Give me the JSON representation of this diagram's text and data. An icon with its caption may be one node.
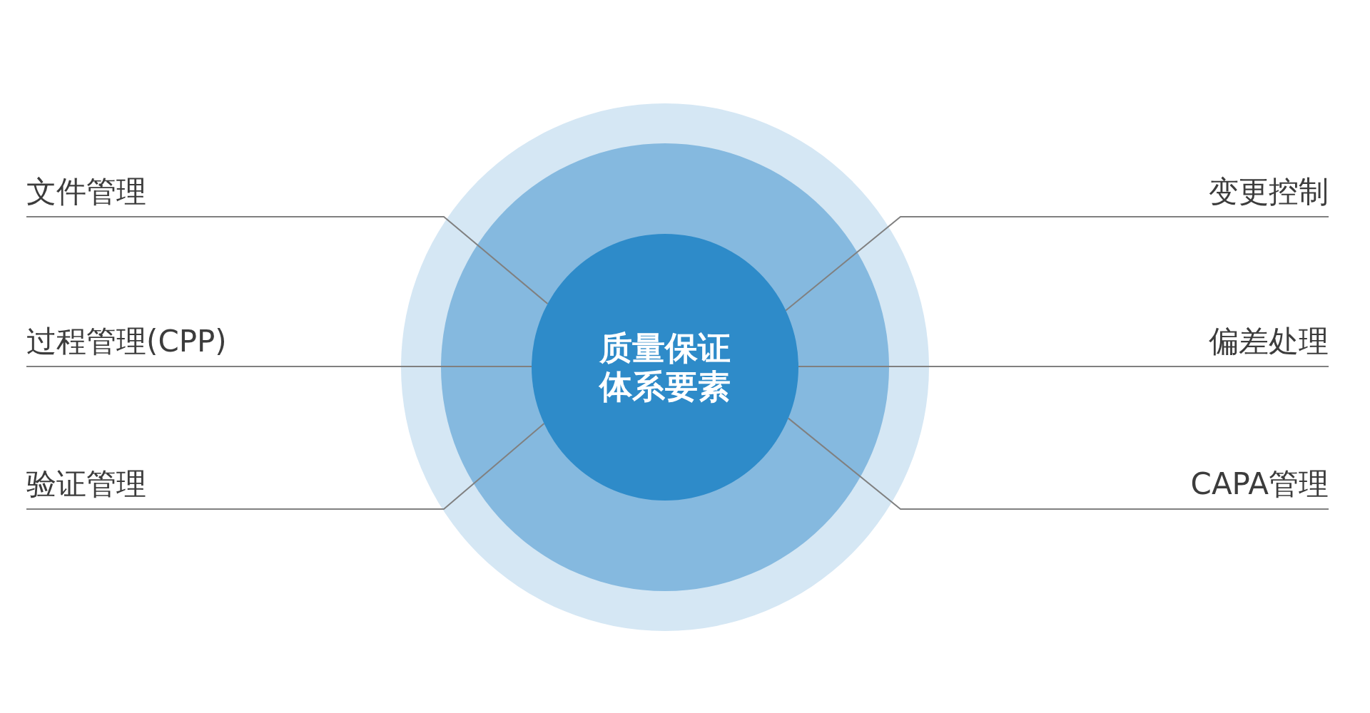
{
  "diagram": {
    "nodes": [
      {
        "text": [
          "质量保证体系要素"
        ]
      },
      {
        "text": [
          "文件管理"
        ]
      },
      {
        "text": [
          "变更控制"
        ]
      },
      {
        "text": [
          "过程管理(CPP)"
        ]
      },
      {
        "text": [
          "偏差处理"
        ]
      },
      {
        "text": [
          "验证管理"
        ]
      },
      {
        "text": [
          "CAPA管理"
        ]
      }
    ],
    "edges": [
      {
        "from": 1,
        "to": 0,
        "arrow": "none"
      },
      {
        "from": 2,
        "to": 0,
        "arrow": "none"
      },
      {
        "from": 3,
        "to": 0,
        "arrow": "none"
      },
      {
        "from": 4,
        "to": 0,
        "arrow": "none"
      },
      {
        "from": 5,
        "to": 0,
        "arrow": "none"
      },
      {
        "from": 6,
        "to": 0,
        "arrow": "none"
      }
    ]
  }
}
